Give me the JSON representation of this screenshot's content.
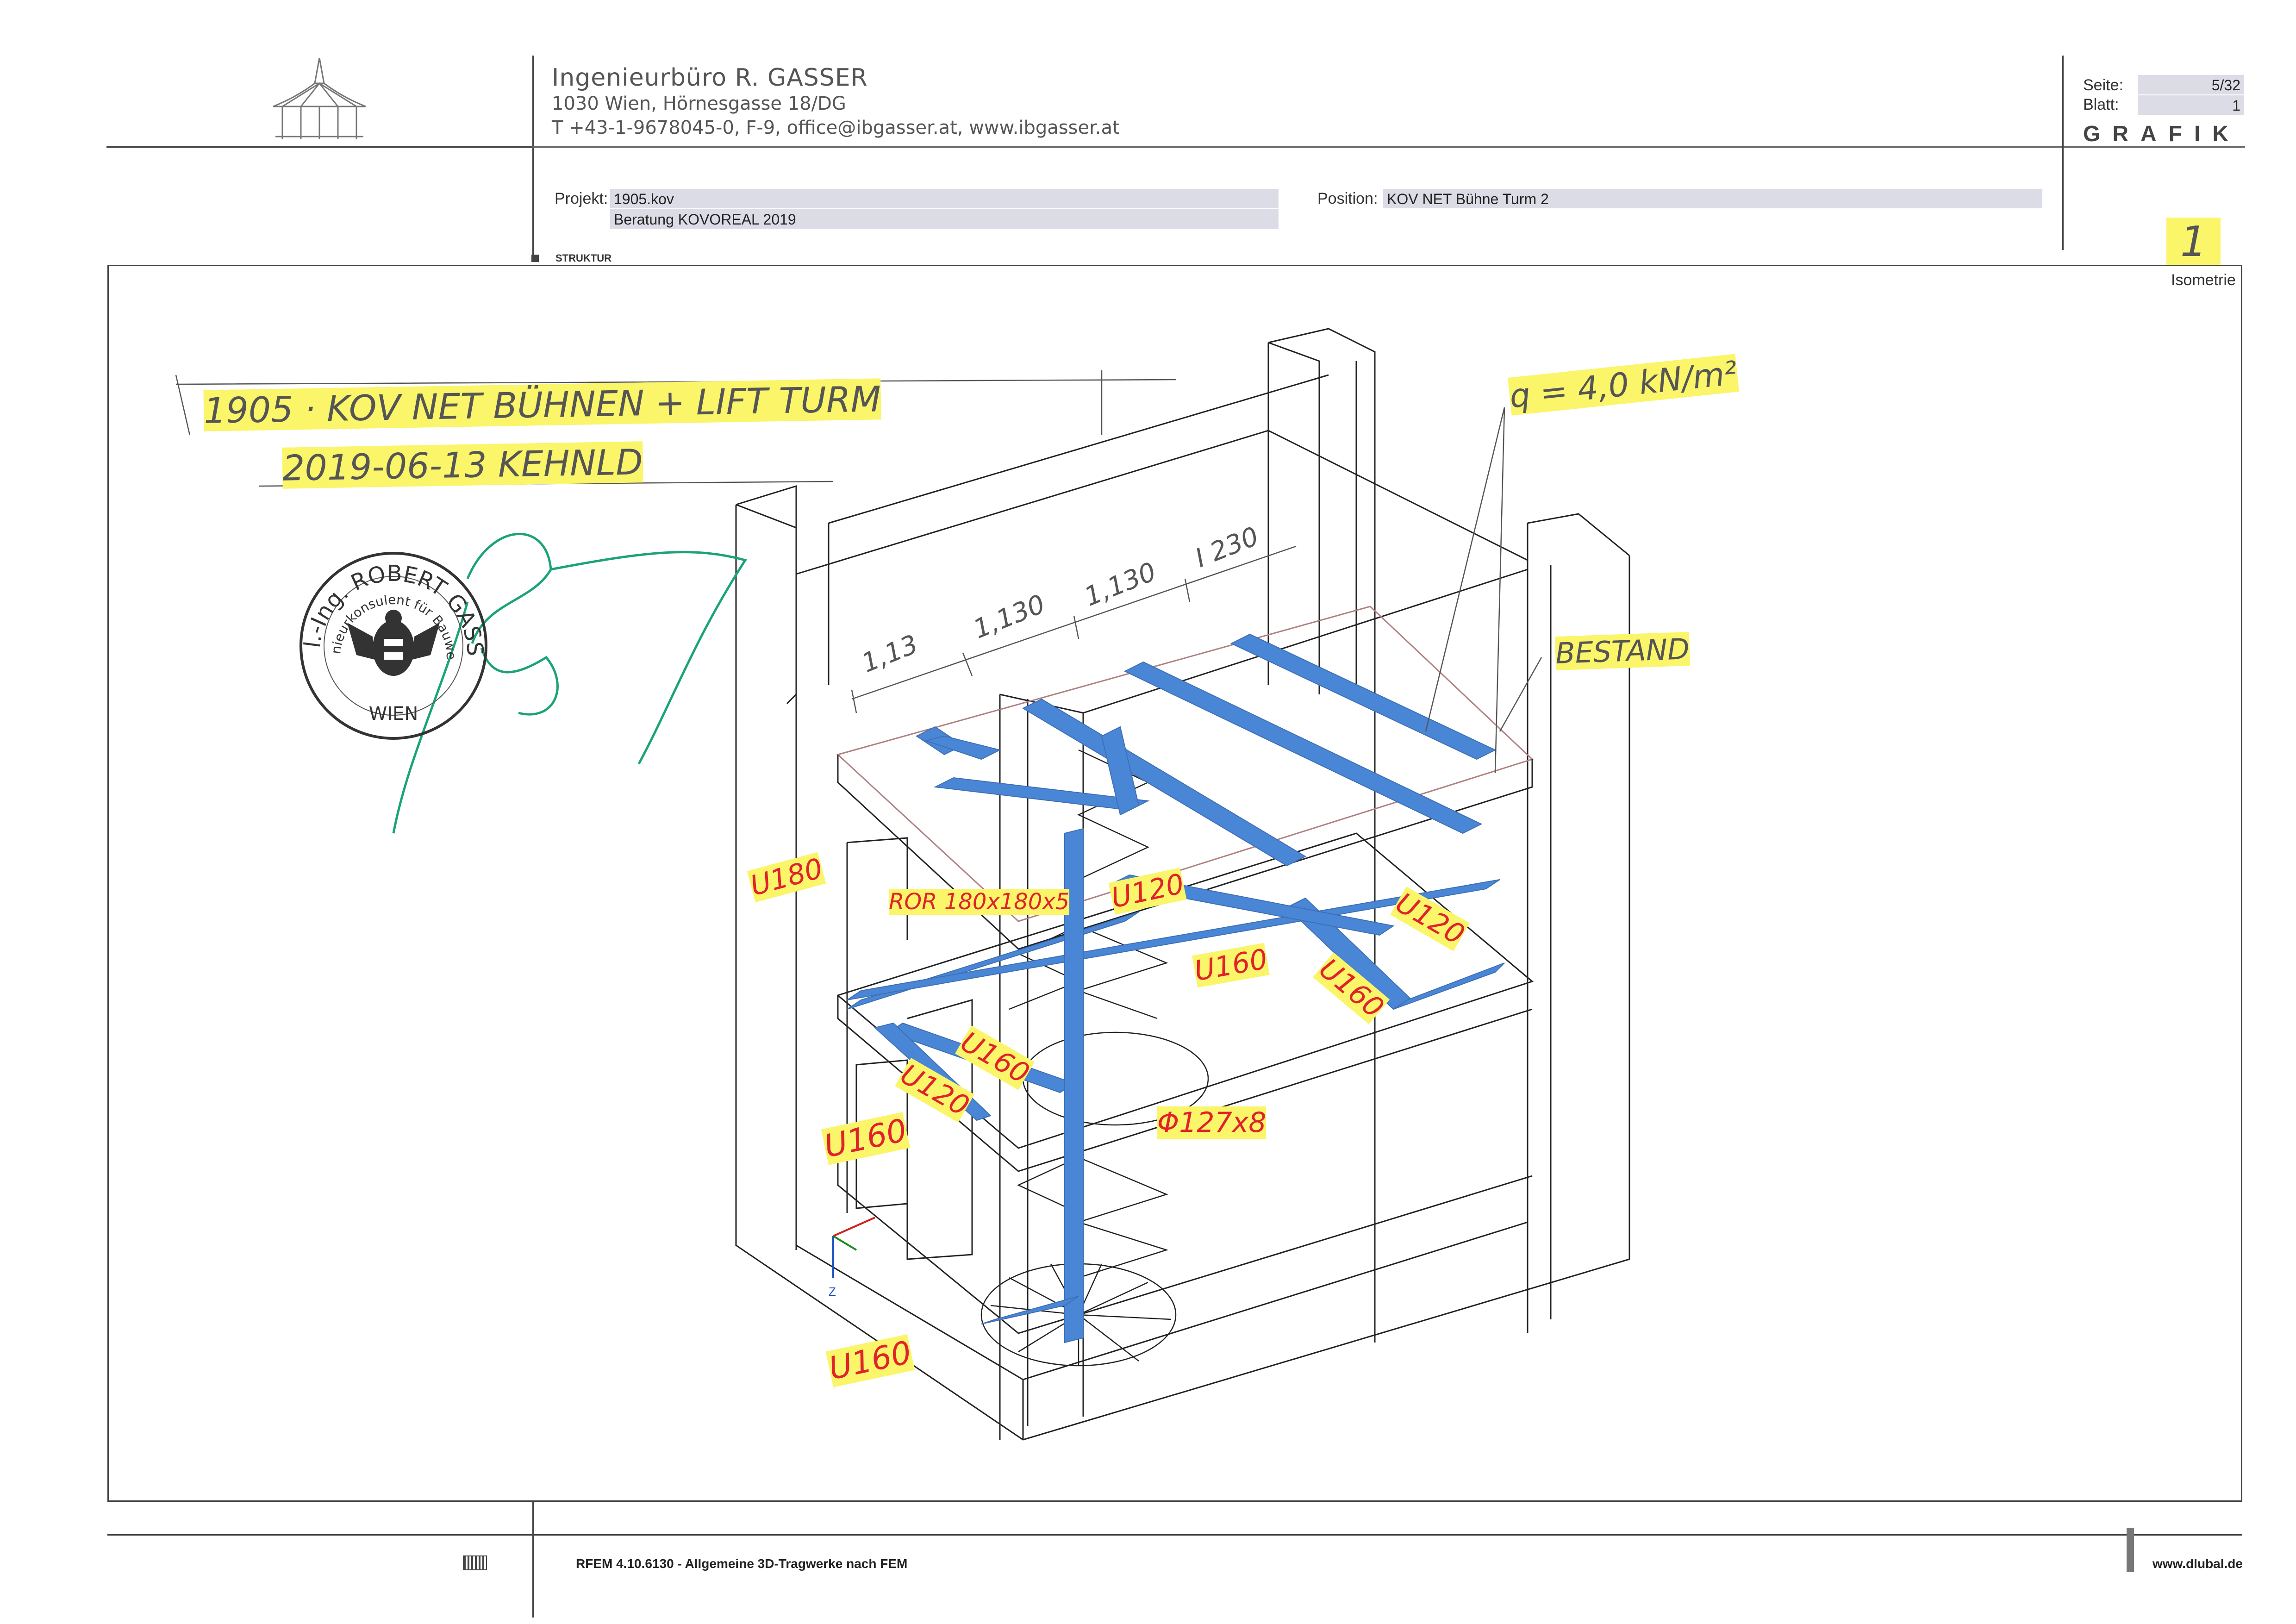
{
  "office": {
    "name": "Ingenieurbüro R. GASSER",
    "address": "1030 Wien, Hörnesgasse 18/DG",
    "contact": "T +43-1-9678045-0,  F-9,  office@ibgasser.at,  www.ibgasser.at"
  },
  "page_info": {
    "seite_label": "Seite:",
    "seite_value": "5/32",
    "blatt_label": "Blatt:",
    "blatt_value": "1",
    "section": "GRAFIK",
    "handwritten_number": "1"
  },
  "project": {
    "projekt_label": "Projekt:",
    "projekt_value": "1905.kov",
    "projekt_desc": "Beratung KOVOREAL 2019",
    "position_label": "Position:",
    "position_value": "KOV NET Bühne Turm 2"
  },
  "struktur_label": "STRUKTUR",
  "view_label": "Isometrie",
  "stamp": {
    "text_top": "Dipl.-Ing. ROBERT GASSER",
    "text_inner": "Ingenieurkonsulent für Bauwesen",
    "text_bottom": "WIEN"
  },
  "handwriting": {
    "title_line1": "1905 · KOV NET BÜHNEN + LIFT TURM",
    "title_line2": "2019-06-13 KEHNLD",
    "load": "q = 4,0 kN/m²",
    "existing": "BESTAND",
    "dim_1": "1,13",
    "dim_2": "1,130",
    "dim_3": "1,130",
    "dim_4": "I 230"
  },
  "profiles": {
    "u180": "U180",
    "rohr": "ROR 180x180x5",
    "u120_top": "U120",
    "u120_right": "U120",
    "u160_mid": "U160",
    "u160_right": "U160",
    "u160_left_upper": "U160",
    "u120_left": "U120",
    "u160_left": "U160",
    "pipe": "Φ127x8",
    "u160_bottom": "U160"
  },
  "axis_label": "Z",
  "footer": {
    "software": "RFEM 4.10.6130 - Allgemeine 3D-Tragwerke nach FEM",
    "website": "www.dlubal.de"
  },
  "colors": {
    "steel": "#4a86d6",
    "highlight": "#fbf56a",
    "annotation_red": "#e0222a",
    "signature": "#1aa37a"
  }
}
